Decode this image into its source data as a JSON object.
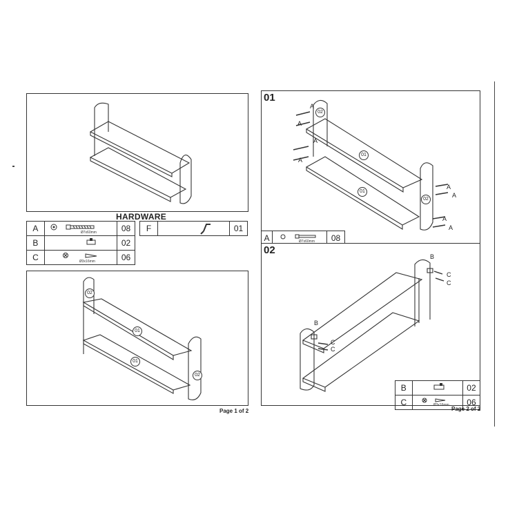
{
  "hardware": {
    "title": "HARDWARE",
    "rows": [
      {
        "letter": "A",
        "spec": "Ø7x60mm",
        "qty": "08"
      },
      {
        "letter": "B",
        "spec": "",
        "qty": "02"
      },
      {
        "letter": "C",
        "spec": "Ø3x16mm",
        "qty": "06"
      }
    ],
    "extra": {
      "letter": "F",
      "qty": "01"
    }
  },
  "page1": {
    "label": "Page 1 of 2",
    "parts": {
      "shelf_top": "01",
      "shelf_bottom": "01",
      "side_left": "02",
      "side_right": "02"
    }
  },
  "step01": {
    "number": "01",
    "parts": {
      "shelf_top": "01",
      "shelf_bottom": "01",
      "side_left": "02",
      "side_right": "02"
    },
    "screw_labels": [
      "A",
      "A",
      "A",
      "A",
      "A",
      "A",
      "A",
      "A"
    ],
    "hw_row": {
      "letter": "A",
      "spec": "Ø7x60mm",
      "qty": "08"
    }
  },
  "step02": {
    "number": "02",
    "labels": {
      "b1": "B",
      "b2": "B",
      "c1": "C",
      "c2": "C",
      "c3": "C",
      "c4": "C"
    },
    "hw_rows": [
      {
        "letter": "B",
        "spec": "",
        "qty": "02"
      },
      {
        "letter": "C",
        "spec": "Ø3x16mm",
        "qty": "06"
      }
    ]
  },
  "page2": {
    "label": "Page 2 of 2"
  }
}
